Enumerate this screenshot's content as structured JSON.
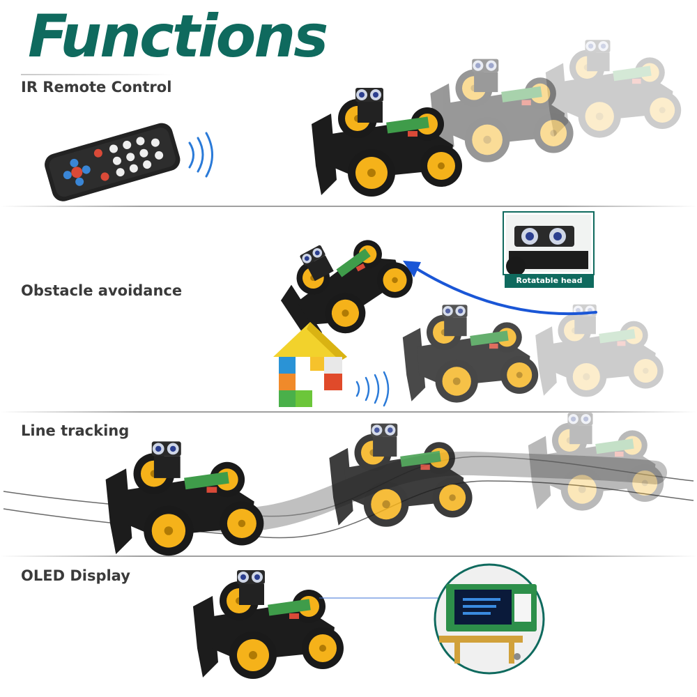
{
  "header": {
    "title": "Functions"
  },
  "sections": [
    {
      "label": "IR Remote Control"
    },
    {
      "label": "Obstacle avoidance"
    },
    {
      "label": "Line tracking"
    },
    {
      "label": "OLED Display"
    }
  ],
  "callouts": {
    "rotatable_head": "Rotatable head"
  },
  "colors": {
    "brand": "#0f6a5e",
    "label_text": "#3a3a3a",
    "arrow": "#1a56d6",
    "wheel": "#f5b21a",
    "chassis": "#1c1c1c"
  }
}
